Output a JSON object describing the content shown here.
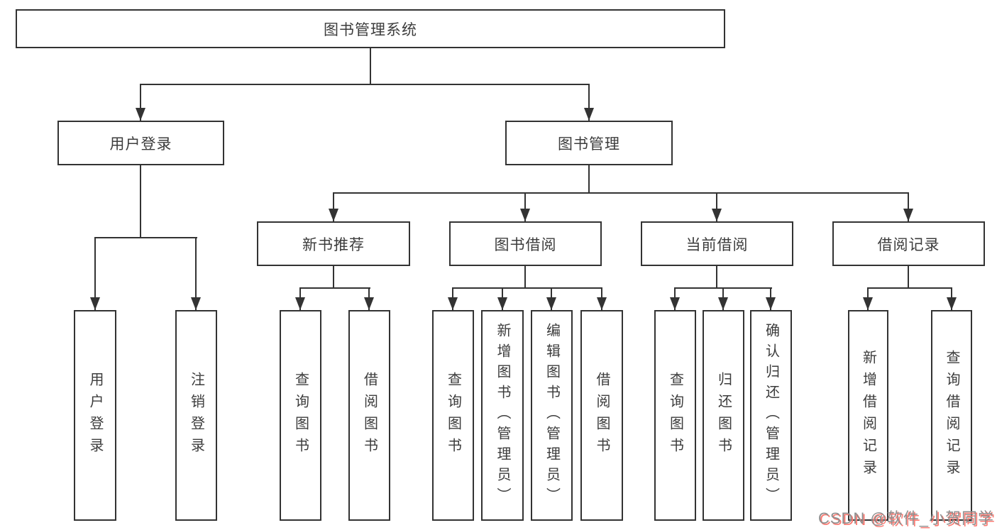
{
  "diagram": {
    "title": "图书管理系统",
    "watermark": "CSDN @软件_小贺同学",
    "colors": {
      "line": "#333333",
      "text": "#3c3c3c",
      "background": "#ffffff",
      "watermark_gray": "#8f8f8f",
      "watermark_red": "#fb7a72"
    },
    "nodes": {
      "root": {
        "label": "图书管理系统"
      },
      "level2": [
        {
          "id": "user-login",
          "label": "用户登录"
        },
        {
          "id": "book-management",
          "label": "图书管理"
        }
      ],
      "level3": [
        {
          "id": "new-book-recommend",
          "label": "新书推荐"
        },
        {
          "id": "book-borrowing",
          "label": "图书借阅"
        },
        {
          "id": "current-borrowing",
          "label": "当前借阅"
        },
        {
          "id": "borrowing-records",
          "label": "借阅记录"
        }
      ],
      "leaves": [
        {
          "id": "user-login-leaf",
          "label": "用户登录"
        },
        {
          "id": "logout-leaf",
          "label": "注销登录"
        },
        {
          "id": "query-books-1",
          "label": "查询图书"
        },
        {
          "id": "borrow-books-1",
          "label": "借阅图书"
        },
        {
          "id": "query-books-2",
          "label": "查询图书"
        },
        {
          "id": "add-books-admin",
          "label": "新增图书（管理员）"
        },
        {
          "id": "edit-books-admin",
          "label": "编辑图书（管理员）"
        },
        {
          "id": "borrow-books-2",
          "label": "借阅图书"
        },
        {
          "id": "query-books-3",
          "label": "查询图书"
        },
        {
          "id": "return-books",
          "label": "归还图书"
        },
        {
          "id": "confirm-return-admin",
          "label": "确认归还（管理员）"
        },
        {
          "id": "add-borrow-record",
          "label": "新增借阅记录"
        },
        {
          "id": "query-borrow-record",
          "label": "查询借阅记录"
        }
      ]
    }
  }
}
